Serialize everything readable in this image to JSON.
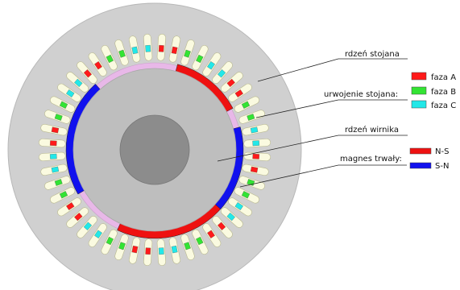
{
  "callouts": {
    "stator_core": "rdzeń stojana",
    "stator_winding": "urwojenie stojana:",
    "rotor_core": "rdzeń wirnika",
    "permanent_magnet": "magnes trwały:"
  },
  "winding_legend": [
    {
      "label": "faza A",
      "color": "#ff1a1a"
    },
    {
      "label": "faza B",
      "color": "#33e433"
    },
    {
      "label": "faza C",
      "color": "#22e8e8"
    }
  ],
  "magnet_legend": [
    {
      "label": "N-S",
      "color": "#ee1111"
    },
    {
      "label": "S-N",
      "color": "#1111ee"
    }
  ],
  "colors": {
    "stator_core": "#d0d0d0",
    "slot": "#fafae0",
    "rotor_core": "#bebebe",
    "shaft": "#8c8c8c",
    "gap_filler": "#e8b8e8",
    "magnet_ns": "#ee1111",
    "magnet_sn": "#1111ee",
    "phase_a": "#ff1a1a",
    "phase_b": "#33e433",
    "phase_c": "#22e8e8"
  },
  "slot_count": 48,
  "pole_count": 4
}
